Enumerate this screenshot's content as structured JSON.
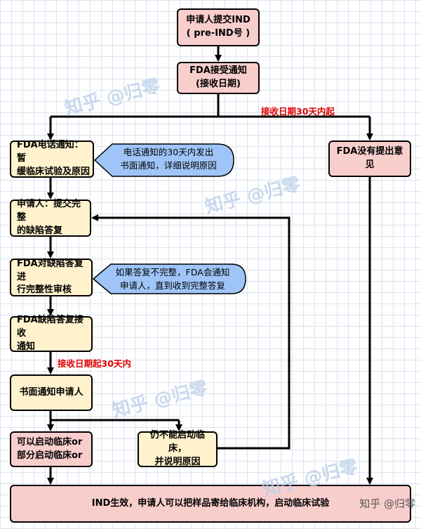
{
  "nodes": {
    "submit_ind": "申请人提交IND\n( pre-IND号 )",
    "fda_receive": "FDA接受通知\n(接收日期)",
    "fda_phone": "FDA电话通知：暂\n缓临床试验及原因",
    "fda_no_comment": "FDA没有提出意见",
    "applicant_submit": "申请人：提交完整\n的缺陷答复",
    "fda_review": "FDA对缺陷答复进\n行完整性审核",
    "fda_received_reply": "FDA缺陷答复接收\n通知",
    "written_notice": "书面通知申请人",
    "can_start": "可以启动临床or\n部分启动临床or",
    "cannot_start": "仍不能启动临床，\n并说明原因",
    "ind_effective": "IND生效，申请人可以把样品寄给临床机构，启动临床试验"
  },
  "callouts": {
    "phone_note": "电话通知的30天内发出\n书面通知，详细说明原因",
    "review_note": "如果答复不完整，FDA会通知\n申请人，直到收到完整答复"
  },
  "labels": {
    "within30_receive": "接收日期30天内起",
    "within30_reply": "接收日期起30天内"
  },
  "watermarks": {
    "wm1": "知乎 @归零",
    "wm2": "知乎 @归零",
    "wm3": "知乎 @归零",
    "wm4": "知乎 @归零",
    "brand": "知乎 @归零"
  },
  "colors": {
    "pink_box": "#f8cecc",
    "yellow_box": "#fff2cc",
    "blue_callout": "#9fc5f8",
    "red_label": "#e00000"
  }
}
